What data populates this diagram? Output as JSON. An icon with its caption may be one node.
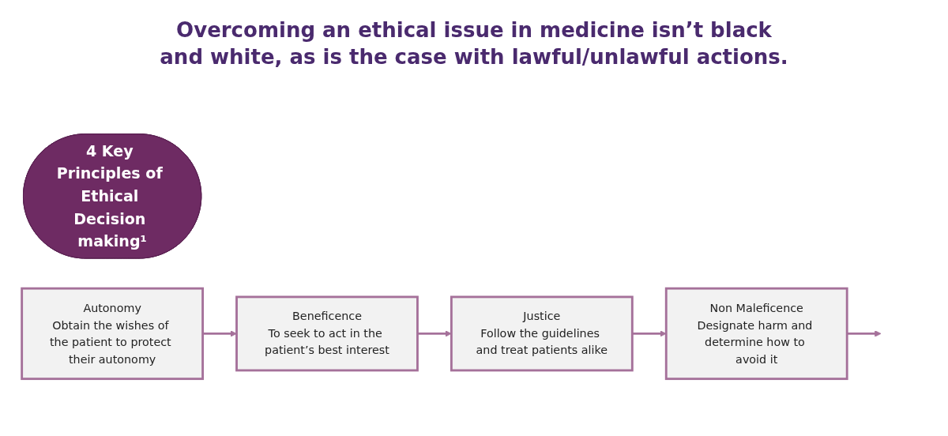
{
  "diagram": {
    "title": "Overcoming an ethical issue in medicine isn’t black and white, as is the case with lawful/unlawful actions.",
    "nodes": [
      {
        "text": [
          "4 Key Principles of Ethical Decision making¹"
        ]
      },
      {
        "text": [
          "Autonomy",
          "Obtain the wishes of the patient to protect their autonomy"
        ]
      },
      {
        "text": [
          "Beneficence",
          "To seek to act in the patient’s best interest"
        ]
      },
      {
        "text": [
          "Justice",
          "Follow the guidelines and treat patients alike"
        ]
      },
      {
        "text": [
          "Non Maleficence",
          "Designate harm and determine how to avoid it"
        ]
      }
    ],
    "edges": [
      {
        "from": 1,
        "to": 2,
        "arrow": "to"
      },
      {
        "from": 2,
        "to": 3,
        "arrow": "to"
      },
      {
        "from": 3,
        "to": 4,
        "arrow": "to"
      },
      {
        "from": 4,
        "to": null,
        "arrow": "to"
      }
    ]
  }
}
